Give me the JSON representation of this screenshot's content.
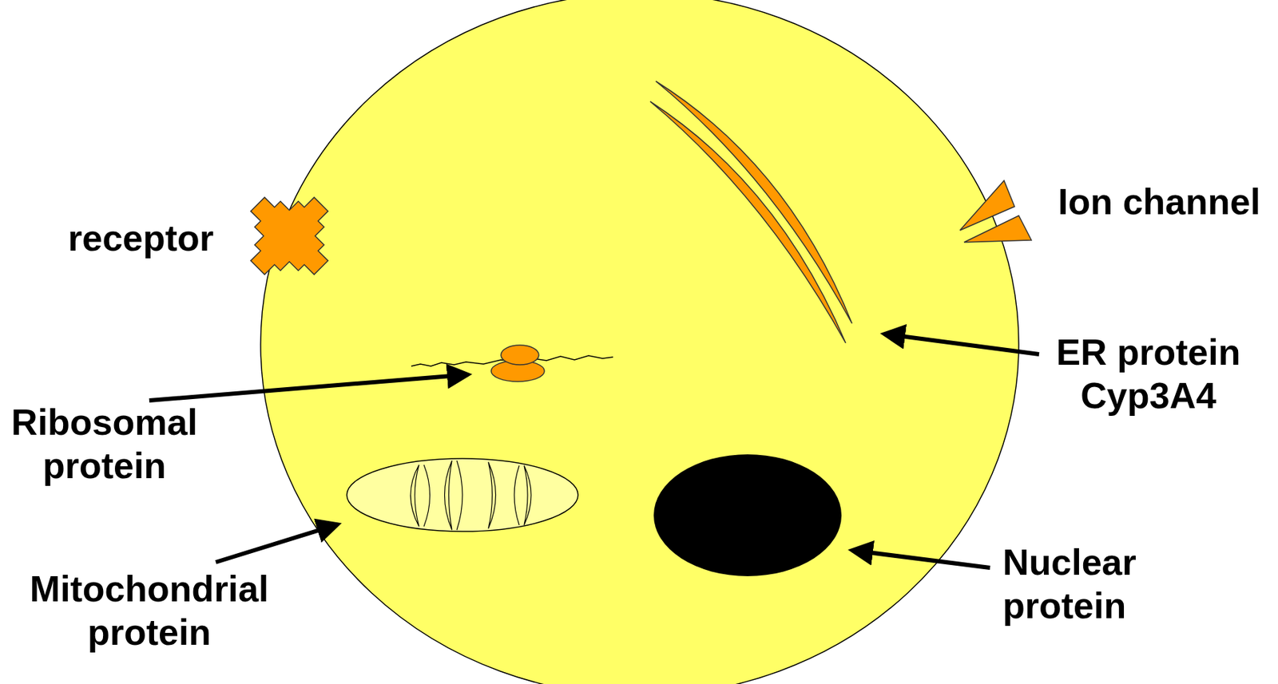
{
  "diagram": {
    "labels": [
      "receptor",
      "Ion channel",
      "ER protein Cyp3A4",
      "Ribosomal protein",
      "Mitochondrial protein",
      "Nuclear protein"
    ]
  }
}
